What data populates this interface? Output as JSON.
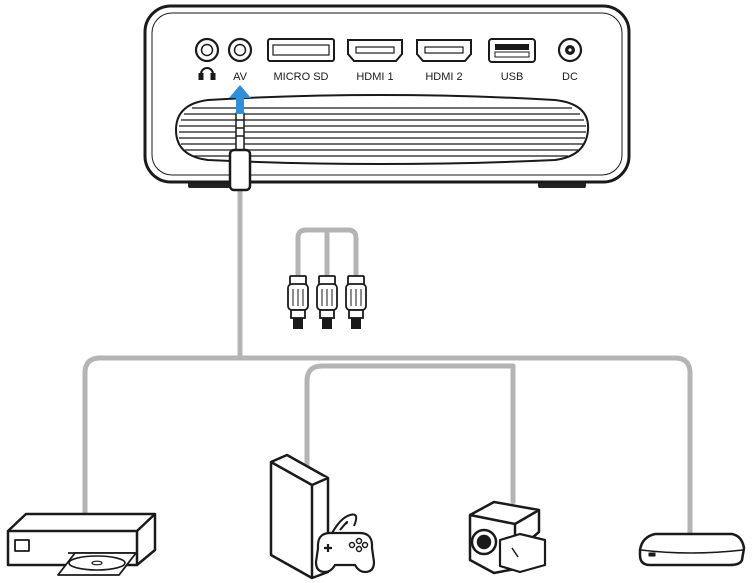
{
  "projector": {
    "ports": [
      {
        "label": "",
        "icon": "headphone-icon"
      },
      {
        "label": "AV",
        "icon": "av-jack-icon"
      },
      {
        "label": "MICRO SD",
        "icon": "micro-sd-slot-icon"
      },
      {
        "label": "HDMI 1",
        "icon": "hdmi-port-icon"
      },
      {
        "label": "HDMI 2",
        "icon": "hdmi-port-icon"
      },
      {
        "label": "USB",
        "icon": "usb-port-icon"
      },
      {
        "label": "DC",
        "icon": "dc-power-jack-icon"
      }
    ]
  },
  "devices": [
    {
      "icon": "dvd-player-icon"
    },
    {
      "icon": "game-console-icon"
    },
    {
      "icon": "camcorder-icon"
    },
    {
      "icon": "set-top-box-icon"
    }
  ],
  "colors": {
    "outline": "#1a1a1a",
    "cable": "#b4b4b4",
    "arrow": "#2f8fd8",
    "feet": "#222222"
  }
}
